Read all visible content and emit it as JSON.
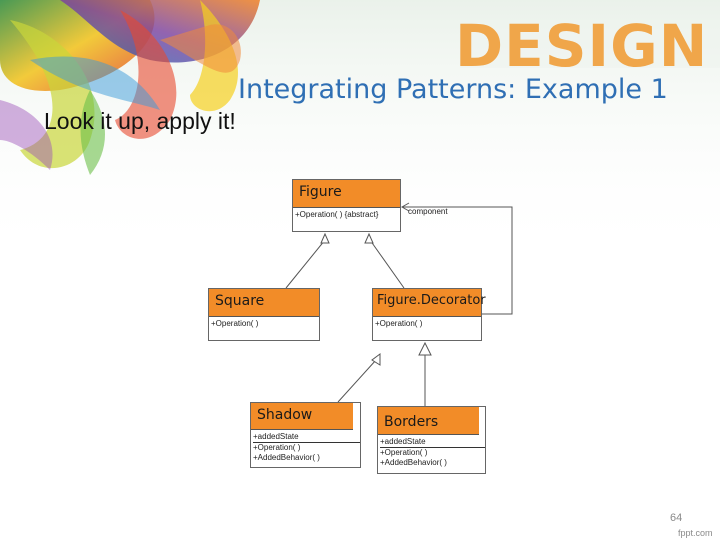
{
  "slide": {
    "title": "Integrating Patterns: Example 1",
    "subtitle": "Look it up, apply it!",
    "banner_word": "DESIGN",
    "page_number": "64",
    "watermark": "fppt.com"
  },
  "colors": {
    "title": "#2f6fb4",
    "class_header": "#f28c28",
    "banner_text": "#f0a64a"
  },
  "diagram": {
    "association_label": "component",
    "classes": {
      "figure": {
        "name": "Figure",
        "operations": [
          "+Operation( ) {abstract}"
        ]
      },
      "square": {
        "name": "Square",
        "operations": [
          "+Operation( )"
        ]
      },
      "decorator": {
        "name": "Figure.Decorator",
        "operations": [
          "+Operation( )"
        ]
      },
      "shadow": {
        "name": "Shadow",
        "operations": [
          "+addedState",
          "+Operation( )",
          "+AddedBehavior( )"
        ]
      },
      "borders": {
        "name": "Borders",
        "operations": [
          "+addedState",
          "+Operation( )",
          "+AddedBehavior( )"
        ]
      }
    }
  }
}
